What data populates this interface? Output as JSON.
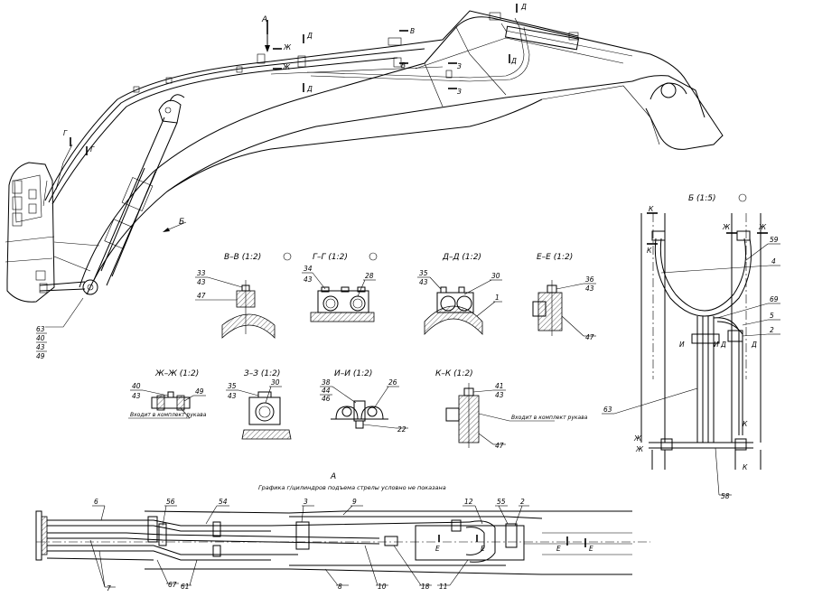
{
  "views": {
    "top_a": "А",
    "b_title": "Б (1:5)",
    "b_arrow": "Б",
    "vv": "В–В (1:2)",
    "gg": "Г–Г (1:2)",
    "dd": "Д–Д (1:2)",
    "ee": "Е–Е (1:2)",
    "zhzh": "Ж–Ж (1:2)",
    "zz": "З–З (1:2)",
    "ii": "И–И (1:2)",
    "kk": "К–К (1:2)",
    "bottom_a": "А"
  },
  "notes": {
    "bottom_caption": "Графика г/цилиндров подъема стрелы условно не показана",
    "supplied_1": "Входит в комплект рукава",
    "supplied_2": "Входит в комплект рукава"
  },
  "section_marks": {
    "zh": "Ж",
    "d": "Д",
    "v": "В",
    "z": "З",
    "g": "Г",
    "e": "Е",
    "k": "К",
    "i": "И"
  },
  "callouts": {
    "main_63": "63",
    "main_40": "40",
    "main_43": "43",
    "main_49": "49",
    "vv_33": "33",
    "vv_43": "43",
    "vv_47": "47",
    "gg_34": "34",
    "gg_43": "43",
    "gg_28": "28",
    "dd_35": "35",
    "dd_43": "43",
    "dd_30": "30",
    "dd_1": "1",
    "ee_36": "36",
    "ee_43": "43",
    "ee_47": "47",
    "zhzh_40": "40",
    "zhzh_43": "43",
    "zhzh_49": "49",
    "zz_35": "35",
    "zz_43": "43",
    "zz_30": "30",
    "ii_38": "38",
    "ii_44": "44",
    "ii_46": "46",
    "ii_26": "26",
    "ii_22": "22",
    "kk_41": "41",
    "kk_43": "43",
    "kk_47": "47",
    "b_59": "59",
    "b_4": "4",
    "b_69": "69",
    "b_5": "5",
    "b_2": "2",
    "b_63": "63",
    "b_58": "58",
    "a_6": "6",
    "a_7": "7",
    "a_56": "56",
    "a_54": "54",
    "a_3": "3",
    "a_9": "9",
    "a_12": "12",
    "a_55": "55",
    "a_2": "2",
    "a_67": "67",
    "a_61": "61",
    "a_8": "8",
    "a_10": "10",
    "a_18": "18",
    "a_11": "11"
  }
}
